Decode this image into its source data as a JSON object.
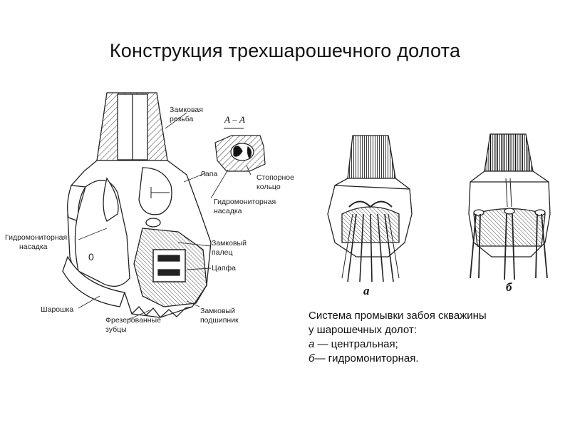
{
  "title": "Конструкция трехшарошечного долота",
  "labels": {
    "lock_thread_1": "Замковая",
    "lock_thread_2": "резьба",
    "section": "А – А",
    "paw": "Лапа",
    "stop_ring_1": "Стопорное",
    "stop_ring_2": "кольцо",
    "nozzle_right_1": "Гидромониторная",
    "nozzle_right_2": "насадка",
    "nozzle_left_1": "Гидромониторная",
    "nozzle_left_2": "насадка",
    "lock_pin_1": "Замковый",
    "lock_pin_2": "палец",
    "journal": "Цапфа",
    "cone": "Шарошка",
    "milled_teeth_1": "Фрезерованные",
    "milled_teeth_2": "зубцы",
    "lock_bearing_1": "Замковый",
    "lock_bearing_2": "подшипник",
    "zero": "0"
  },
  "figures": {
    "a_letter": "а",
    "b_letter": "б"
  },
  "caption": {
    "line1": "Система промывки забоя скважины",
    "line2": "у шарошечных долот:",
    "a_key": "а",
    "a_text": " — центральная;",
    "b_key": "б",
    "b_text": "— гидромониторная."
  }
}
